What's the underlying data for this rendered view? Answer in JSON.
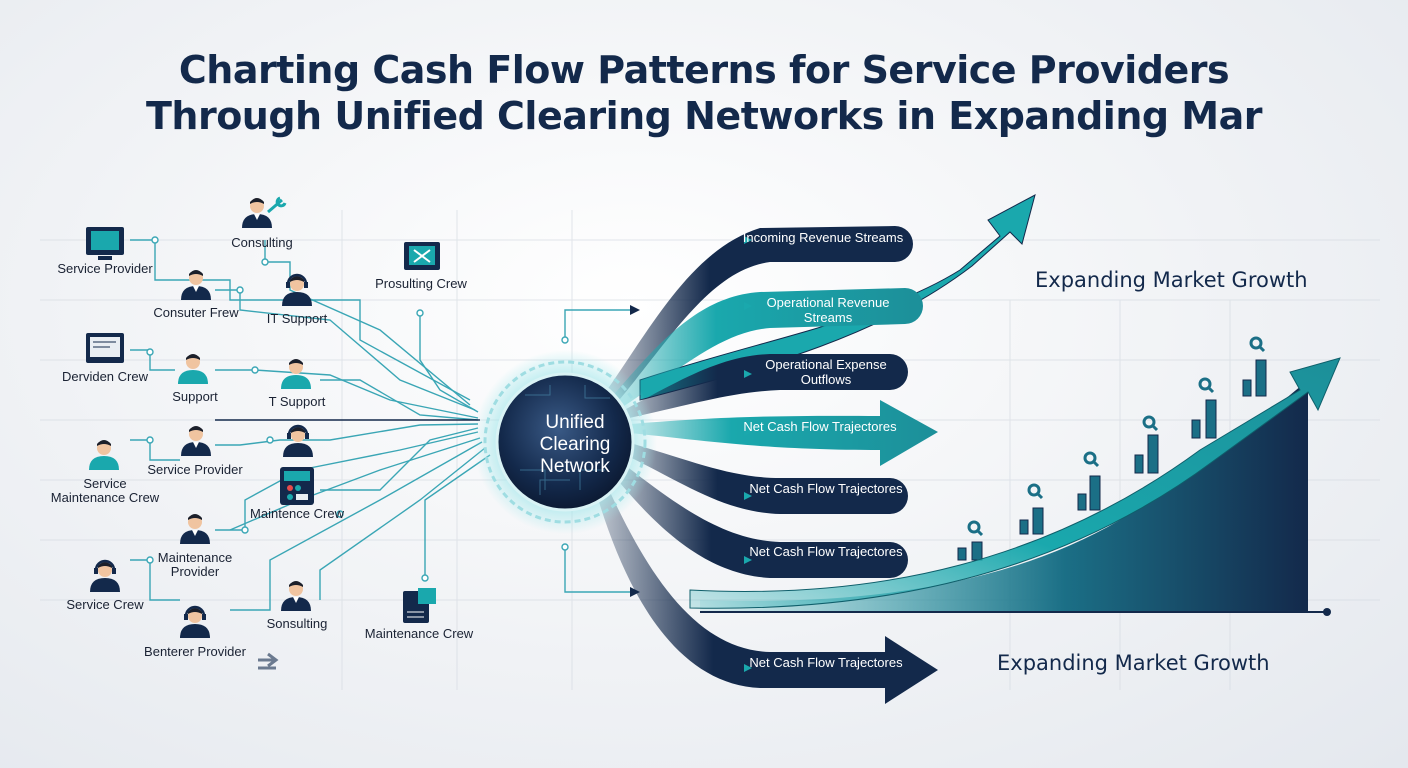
{
  "title": {
    "line1": "Charting Cash Flow Patterns for Service Providers",
    "line2": "Through Unified Clearing Networks in Expanding Mar"
  },
  "hub": {
    "label": "Unified Clearing Network"
  },
  "nodes": [
    {
      "label": "Service Provider",
      "icon": "monitor-icon"
    },
    {
      "label": "Consulting",
      "icon": "person-wrench-icon"
    },
    {
      "label": "Consuter Frew",
      "icon": "person-icon"
    },
    {
      "label": "IT Support",
      "icon": "headset-person-icon"
    },
    {
      "label": "Prosulting Crew",
      "icon": "monitor-icon"
    },
    {
      "label": "Derviden Crew",
      "icon": "monitor-icon"
    },
    {
      "label": "Support",
      "icon": "person-icon"
    },
    {
      "label": "T Support",
      "icon": "person-icon"
    },
    {
      "label": "Service Maintenance Crew",
      "icon": "person-icon"
    },
    {
      "label": "Service Provider",
      "icon": "person-icon"
    },
    {
      "label": "Maintence Crew",
      "icon": "dashboard-icon"
    },
    {
      "label": "Maintenance Provider",
      "icon": "person-icon"
    },
    {
      "label": "Service Crew",
      "icon": "headset-person-icon"
    },
    {
      "label": "Benterer Provider",
      "icon": "headset-person-icon"
    },
    {
      "label": "Sonsulting",
      "icon": "person-icon"
    },
    {
      "label": "Maintenance Crew",
      "icon": "document-icon"
    }
  ],
  "flows": [
    {
      "label": "Incoming Revenue Streams"
    },
    {
      "label": "Operational Revenue Streams"
    },
    {
      "label": "Operational Expense Outflows"
    },
    {
      "label": "Net Cash Flow Trajectores"
    },
    {
      "label": "Net Cash Flow Trajectores"
    },
    {
      "label": "Net Cash Flow Trajectores"
    },
    {
      "label": "Net Cash Flow Trajectores"
    }
  ],
  "growth": {
    "label_top": "Expanding Market Growth",
    "label_bottom": "Expanding Market Growth"
  },
  "colors": {
    "navy": "#13294b",
    "teal": "#1aa8ad",
    "bg": "#eef0f3"
  }
}
